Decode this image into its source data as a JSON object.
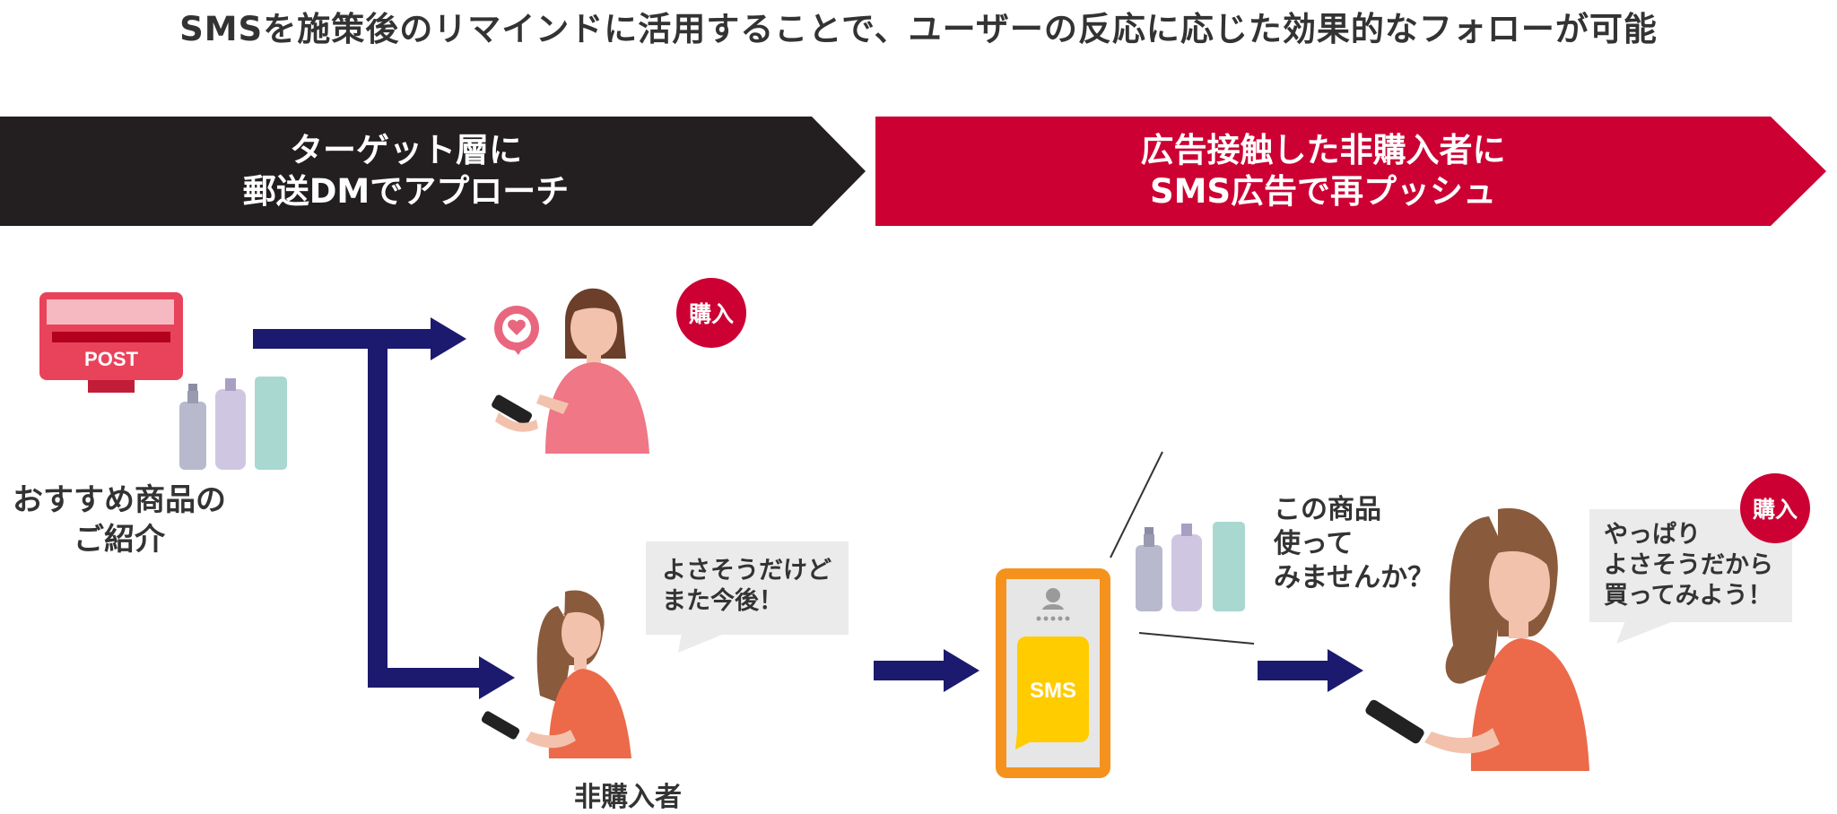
{
  "title": "SMSを施策後のリマインドに活用することで、ユーザーの反応に応じた効果的なフォローが可能",
  "banner_left": {
    "line1": "ターゲット層に",
    "line2": "郵送DMでアプローチ",
    "color": "#231f20"
  },
  "banner_right": {
    "line1": "広告接触した非購入者に",
    "line2": "SMS広告で再プッシュ",
    "color": "#cc0033"
  },
  "post_box": {
    "label": "POST",
    "color": "#e8435a"
  },
  "product_intro": {
    "line1": "おすすめ商品の",
    "line2": "ご紹介"
  },
  "purchase_badge_top": "購入",
  "purchase_badge_right": "購入",
  "non_buyer_bubble": {
    "line1": "よさそうだけど",
    "line2": "また今後！"
  },
  "non_buyer_label": "非購入者",
  "phone": {
    "sms_label": "SMS",
    "frame_color": "#f5921e",
    "message_color": "#ffcc00"
  },
  "sms_message": {
    "line1": "この商品",
    "line2": "使って",
    "line3": "みませんか？"
  },
  "buyer_bubble": {
    "line1": "やっぱり",
    "line2": "よさそうだから",
    "line3": "買ってみよう！"
  },
  "accent": {
    "arrow": "#1b1a6e",
    "red": "#cc0033",
    "bubble_bg": "#ebebeb"
  }
}
